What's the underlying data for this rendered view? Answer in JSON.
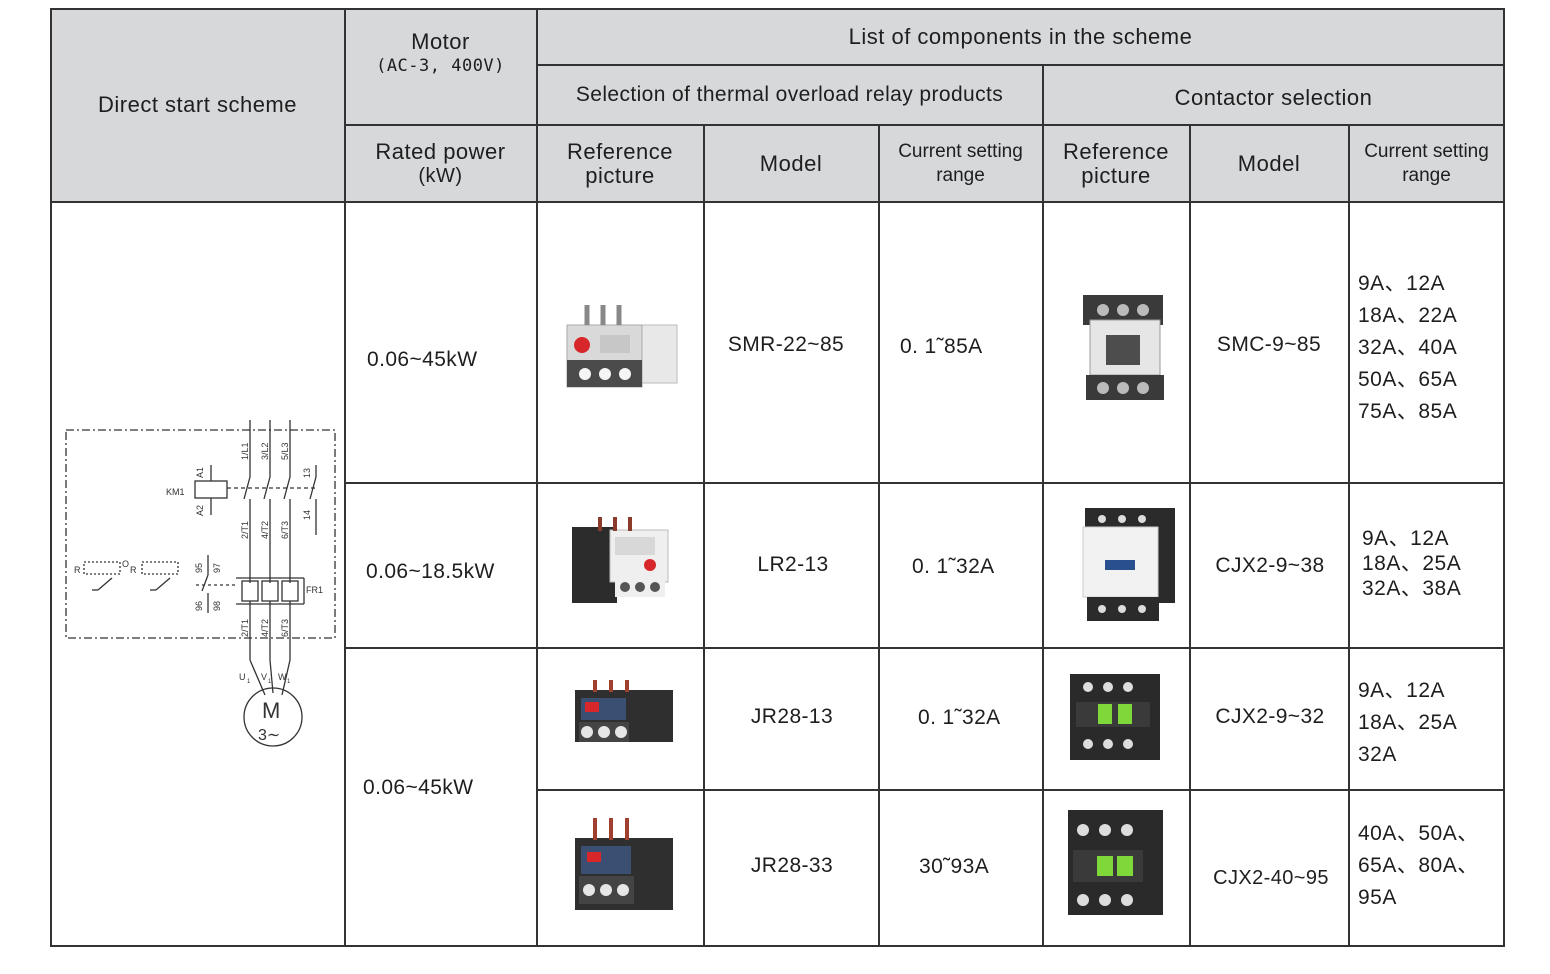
{
  "header": {
    "scheme": "Direct start scheme",
    "motor_title": "Motor",
    "motor_sub": "(AC-3, 400V)",
    "components_title": "List of components in the scheme",
    "relay_group": "Selection of thermal overload relay products",
    "contactor_group": "Contactor selection",
    "rated_power_1": "Rated power",
    "rated_power_2": "(kW)",
    "ref_picture_1": "Reference",
    "ref_picture_2": "picture",
    "model": "Model",
    "setting_1": "Current setting",
    "setting_2": "range"
  },
  "diagram": {
    "km1": "KM1",
    "a1": "A1",
    "a2": "A2",
    "fr1": "FR1",
    "r_left": "R",
    "o_sym": "O",
    "r_mid": "R",
    "t95": "95",
    "t96": "96",
    "t97": "97",
    "t98": "98",
    "t13": "13",
    "t14": "14",
    "l1": "1/L1",
    "l2": "3/L2",
    "l3": "5/L3",
    "t1a": "2/T1",
    "t2a": "4/T2",
    "t3a": "6/T3",
    "t1b": "2/T1",
    "t2b": "4/T2",
    "t3b": "6/T3",
    "u": "U",
    "v": "V",
    "w": "W",
    "sub1": "1",
    "motor": "M",
    "motor_phase": "3∼"
  },
  "rows": [
    {
      "power": "0.06~45kW",
      "relay_model": "SMR-22~85",
      "relay_range": "0. 1˜85A",
      "contactor_model": "SMC-9~85",
      "contactor_range": [
        "9A、12A",
        "18A、22A",
        "32A、40A",
        "50A、65A",
        "75A、85A"
      ]
    },
    {
      "power": "0.06~18.5kW",
      "relay_model": "LR2-13",
      "relay_range": "0. 1˜32A",
      "contactor_model": "CJX2-9~38",
      "contactor_range": [
        "9A、12A",
        "18A、25A",
        "32A、38A"
      ]
    },
    {
      "power": "0.06~45kW",
      "relay_model": "JR28-13",
      "relay_range": "0. 1˜32A",
      "contactor_model": "CJX2-9~32",
      "contactor_range": [
        "9A、12A",
        "18A、25A",
        "32A"
      ]
    },
    {
      "relay_model": "JR28-33",
      "relay_range": "30˜93A",
      "contactor_model": "CJX2-40~95",
      "contactor_range": [
        "40A、50A、",
        "65A、80A、",
        "95A"
      ]
    }
  ],
  "colors": {
    "header_bg": "#d7d8da",
    "grid": "#333333",
    "relay_red": "#d8272b",
    "relay_blue": "#2a4f8f",
    "contactor_green": "#7fd83a"
  }
}
